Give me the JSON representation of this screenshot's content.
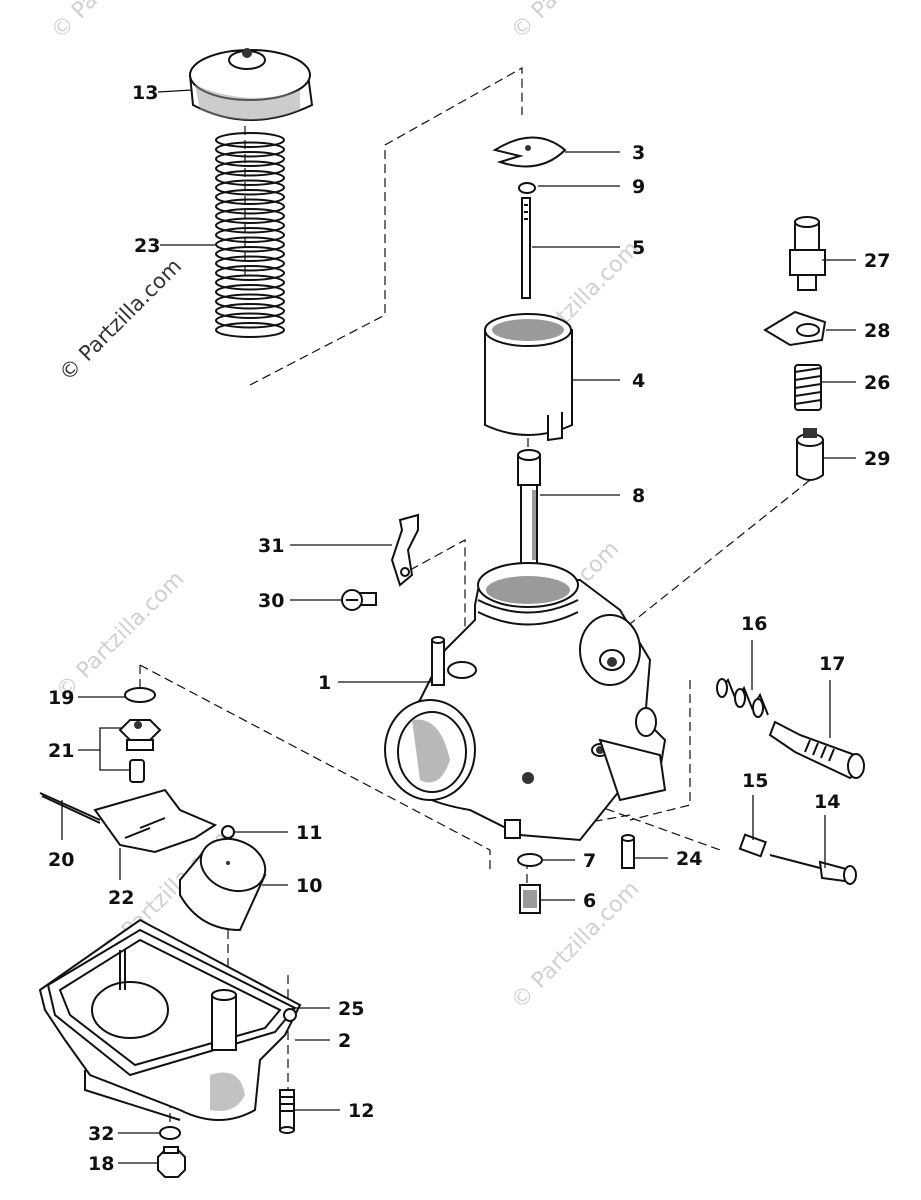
{
  "watermark": "© Partzilla.com",
  "callouts": [
    {
      "id": "1",
      "label": "1"
    },
    {
      "id": "2",
      "label": "2"
    },
    {
      "id": "3",
      "label": "3"
    },
    {
      "id": "4",
      "label": "4"
    },
    {
      "id": "5",
      "label": "5"
    },
    {
      "id": "6",
      "label": "6"
    },
    {
      "id": "7",
      "label": "7"
    },
    {
      "id": "8",
      "label": "8"
    },
    {
      "id": "9",
      "label": "9"
    },
    {
      "id": "10",
      "label": "10"
    },
    {
      "id": "11",
      "label": "11"
    },
    {
      "id": "12",
      "label": "12"
    },
    {
      "id": "13",
      "label": "13"
    },
    {
      "id": "14",
      "label": "14"
    },
    {
      "id": "15",
      "label": "15"
    },
    {
      "id": "16",
      "label": "16"
    },
    {
      "id": "17",
      "label": "17"
    },
    {
      "id": "18",
      "label": "18"
    },
    {
      "id": "19",
      "label": "19"
    },
    {
      "id": "20",
      "label": "20"
    },
    {
      "id": "21",
      "label": "21"
    },
    {
      "id": "22",
      "label": "22"
    },
    {
      "id": "23",
      "label": "23"
    },
    {
      "id": "24",
      "label": "24"
    },
    {
      "id": "25",
      "label": "25"
    },
    {
      "id": "26",
      "label": "26"
    },
    {
      "id": "27",
      "label": "27"
    },
    {
      "id": "28",
      "label": "28"
    },
    {
      "id": "29",
      "label": "29"
    },
    {
      "id": "30",
      "label": "30"
    },
    {
      "id": "31",
      "label": "31"
    },
    {
      "id": "32",
      "label": "32"
    }
  ]
}
